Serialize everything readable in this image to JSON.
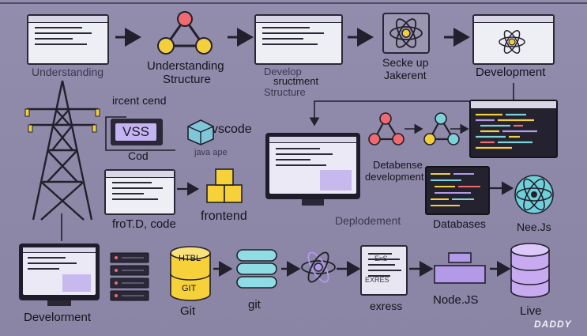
{
  "diagram": {
    "row1": {
      "n1_label": "Understanding",
      "n2_label_line1": "Understanding",
      "n2_label_line2": "Structure",
      "n3_label_line1": "Develop",
      "n3_label_line2": "sructment",
      "n3_label_line3": "Structure",
      "n4_label_line1": "Secke up",
      "n4_label_line2": "Jakerent",
      "n5_label": "Development"
    },
    "row2": {
      "side_label": "ircent cend",
      "vss_text": "VSS",
      "cod_label": "Cod",
      "vscode_label": "vscode",
      "java_label": "java ape",
      "database_line1": "Detabense",
      "database_line2": "development"
    },
    "row3": {
      "frp_label": "froT.D, code",
      "frontend_label": "frontend",
      "deploy_label": "Deplodement",
      "databases_label": "Databases",
      "nee_label": "Nee.Js"
    },
    "row4": {
      "devel_label": "Develorment",
      "html_text": "HTBL",
      "git_cyl_text": "GIT",
      "git_label": "Git",
      "git2_label": "git",
      "exres1": "ExS",
      "exres2": "EXRES",
      "express_label": "exress",
      "node_label": "Node.JS",
      "live_label": "Live"
    },
    "watermark": "DADDY"
  },
  "colors": {
    "background": "#8f8aa8",
    "node_red": "#ef6b6f",
    "node_yellow": "#f4cf3c",
    "node_teal": "#7dd3d8",
    "purple": "#b39ae8",
    "react_teal": "#6fd0da"
  }
}
